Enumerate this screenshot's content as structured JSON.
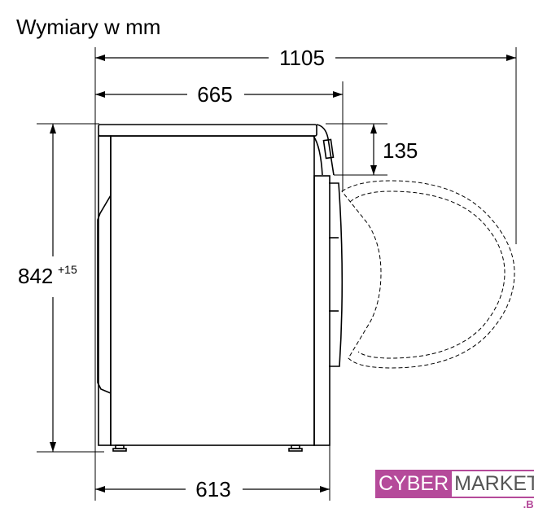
{
  "title": "Wymiary w mm",
  "dimensions": {
    "total_depth_door_open": "1105",
    "depth_top": "665",
    "height": "842",
    "height_tolerance": "+15",
    "door_offset": "135",
    "depth_body": "613"
  },
  "logo": {
    "part1": "CYBER",
    "part2": "MARKET",
    "suffix": ".BY",
    "color": "#b54a9a"
  }
}
